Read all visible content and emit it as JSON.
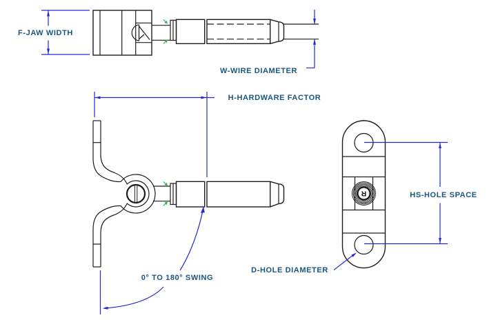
{
  "drawing": {
    "labels": {
      "jaw_width": "F-JAW WIDTH",
      "wire_diameter": "W-WIRE DIAMETER",
      "hardware_factor": "H-HARDWARE FACTOR",
      "swing": "0° TO 180° SWING",
      "hole_space": "HS-HOLE SPACE",
      "hole_diameter": "D-HOLE DIAMETER"
    },
    "emblem_letter": "R",
    "colors": {
      "label_text": "#1a5580",
      "dimension_line": "#2626d9",
      "part_outline": "#1c1c1c",
      "joint_marker": "#2db34d",
      "background": "#ffffff"
    }
  }
}
